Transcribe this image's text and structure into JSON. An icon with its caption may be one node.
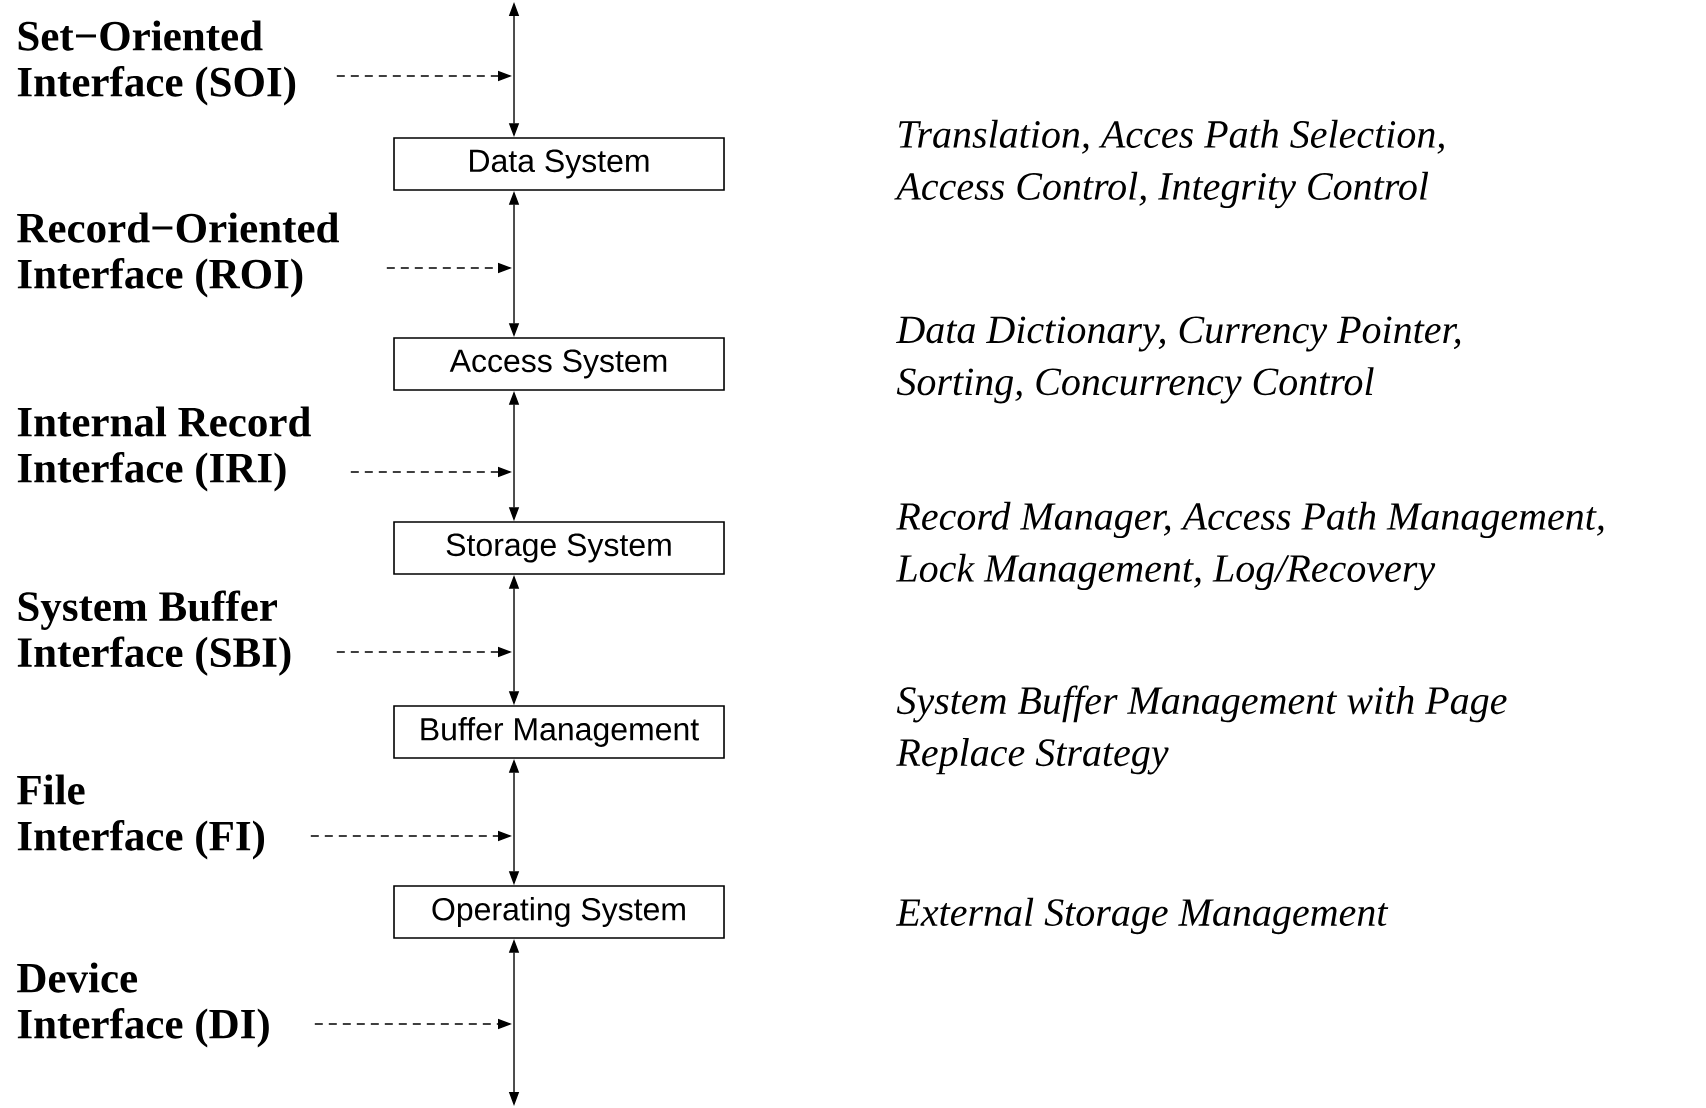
{
  "diagram": {
    "nodes": [
      {
        "text": [
          "Set−Oriented Interface (SOI)"
        ]
      },
      {
        "text": [
          "Data System"
        ]
      },
      {
        "text": [
          "Record−Oriented Interface (ROI)"
        ]
      },
      {
        "text": [
          "Access System"
        ]
      },
      {
        "text": [
          "Internal Record Interface (IRI)"
        ]
      },
      {
        "text": [
          "Storage System"
        ]
      },
      {
        "text": [
          "System Buffer Interface (SBI)"
        ]
      },
      {
        "text": [
          "Buffer Management"
        ]
      },
      {
        "text": [
          "File Interface (FI)"
        ]
      },
      {
        "text": [
          "Operating System"
        ]
      },
      {
        "text": [
          "Device Interface (DI)"
        ]
      }
    ],
    "edges": [
      {
        "from": null,
        "to": 1,
        "arrow": "both"
      },
      {
        "from": 0,
        "to": null,
        "arrow": "to",
        "style": "dashed"
      },
      {
        "from": 1,
        "to": 3,
        "arrow": "both"
      },
      {
        "from": 2,
        "to": null,
        "arrow": "to",
        "style": "dashed"
      },
      {
        "from": 3,
        "to": 5,
        "arrow": "both"
      },
      {
        "from": 4,
        "to": null,
        "arrow": "to",
        "style": "dashed"
      },
      {
        "from": 5,
        "to": 7,
        "arrow": "both"
      },
      {
        "from": 6,
        "to": null,
        "arrow": "to",
        "style": "dashed"
      },
      {
        "from": 7,
        "to": 9,
        "arrow": "both"
      },
      {
        "from": 8,
        "to": null,
        "arrow": "to",
        "style": "dashed"
      },
      {
        "from": 9,
        "to": null,
        "arrow": "both"
      },
      {
        "from": 10,
        "to": null,
        "arrow": "to",
        "style": "dashed"
      }
    ],
    "labels": [
      "Translation, Acces Path Selection, Access Control, Integrity Control",
      "Data Dictionary, Currency Pointer, Sorting, Concurrency Control",
      "Record Manager, Access Path Management, Lock Management, Log/Recovery",
      "System Buffer Management with Page Replace Strategy",
      "External Storage Management"
    ]
  }
}
